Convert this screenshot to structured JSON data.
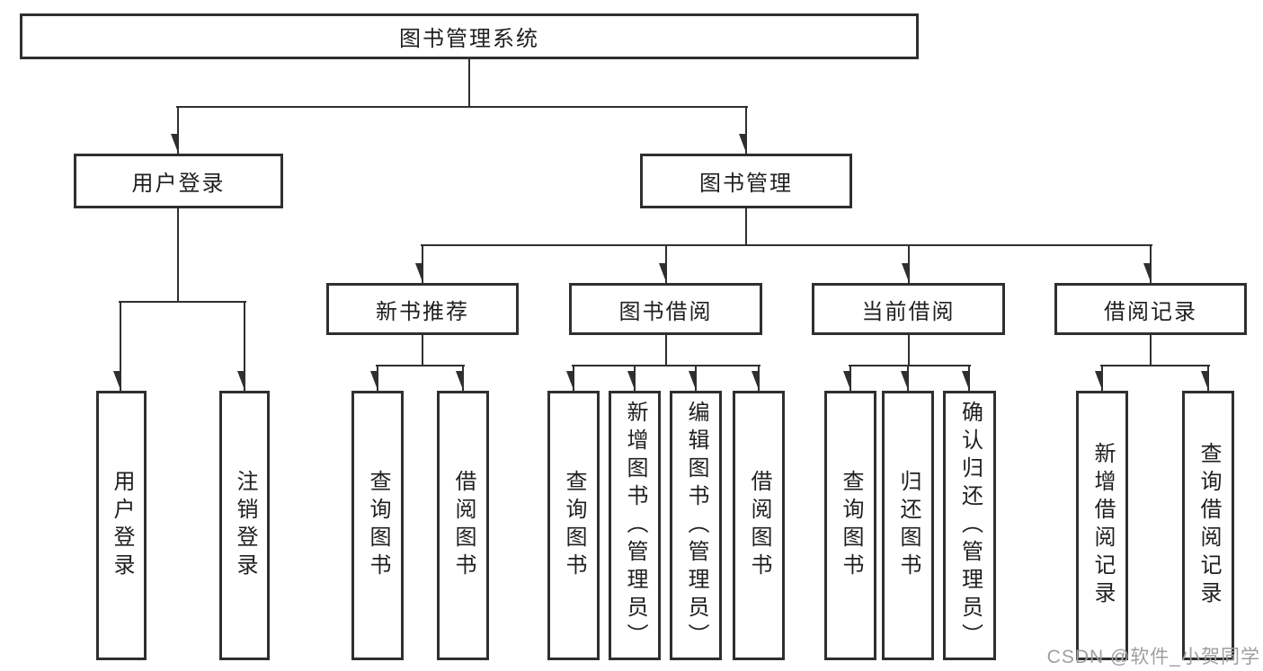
{
  "diagram": {
    "root": {
      "label": "图书管理系统"
    },
    "branches": [
      {
        "label": "用户登录",
        "leaves": [
          {
            "label": "用户登录"
          },
          {
            "label": "注销登录"
          }
        ]
      },
      {
        "label": "图书管理",
        "groups": [
          {
            "label": "新书推荐",
            "leaves": [
              {
                "label": "查询图书"
              },
              {
                "label": "借阅图书"
              }
            ]
          },
          {
            "label": "图书借阅",
            "leaves": [
              {
                "label": "查询图书"
              },
              {
                "label": "新增图书（管理员）"
              },
              {
                "label": "编辑图书（管理员）"
              },
              {
                "label": "借阅图书"
              }
            ]
          },
          {
            "label": "当前借阅",
            "leaves": [
              {
                "label": "查询图书"
              },
              {
                "label": "归还图书"
              },
              {
                "label": "确认归还（管理员）"
              }
            ]
          },
          {
            "label": "借阅记录",
            "leaves": [
              {
                "label": "新增借阅记录"
              },
              {
                "label": "查询借阅记录"
              }
            ]
          }
        ]
      }
    ],
    "style": {
      "line_color": "#2f2f2f",
      "box_background": "#ffffff",
      "text_color": "#1f1f1f"
    }
  },
  "watermark": {
    "text": "CSDN @软件_小贺同学",
    "color": "#9e9e9e"
  }
}
